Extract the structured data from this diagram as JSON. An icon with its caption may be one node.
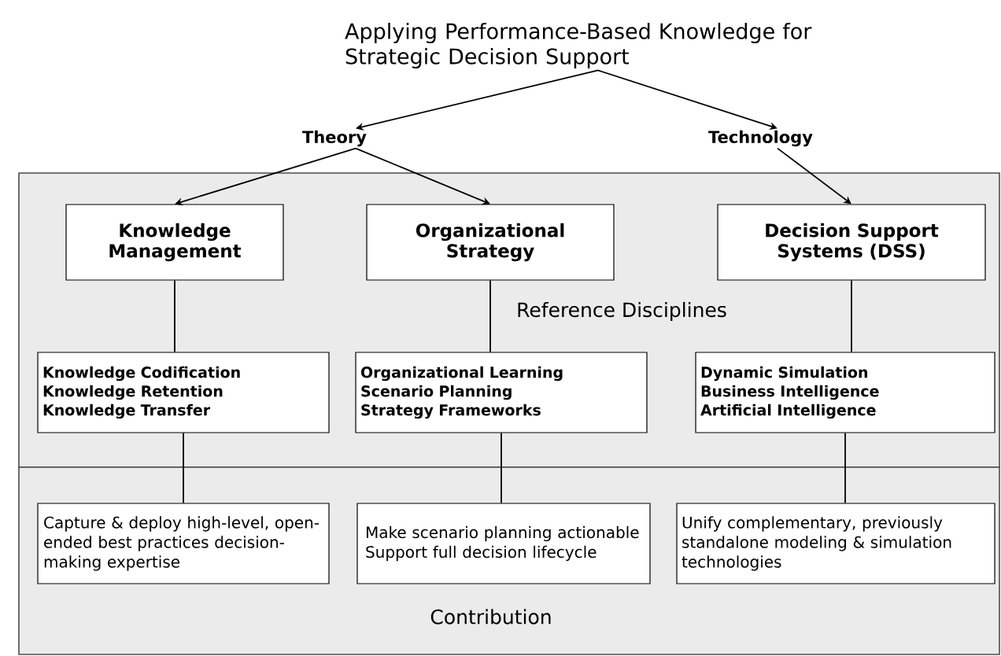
{
  "diagram": {
    "nodes": [
      {
        "text": [
          "Applying Performance-Based Knowledge for Strategic Decision Support"
        ]
      },
      {
        "text": [
          "Theory"
        ]
      },
      {
        "text": [
          "Technology"
        ]
      },
      {
        "text": [
          "Reference Disciplines"
        ]
      },
      {
        "text": [
          "Knowledge Management"
        ],
        "in": 3
      },
      {
        "text": [
          "Organizational Strategy"
        ],
        "in": 3
      },
      {
        "text": [
          "Decision Support Systems (DSS)"
        ],
        "in": 3
      },
      {
        "text": [
          "Knowledge Codification",
          "Knowledge Retention",
          "Knowledge Transfer"
        ],
        "in": 3
      },
      {
        "text": [
          "Organizational Learning",
          "Scenario Planning",
          "Strategy Frameworks"
        ],
        "in": 3
      },
      {
        "text": [
          "Dynamic Simulation",
          "Business Intelligence",
          "Artificial Intelligence"
        ],
        "in": 3
      },
      {
        "text": [
          "Contribution"
        ]
      },
      {
        "text": [
          "Capture & deploy high-level, open-ended best practices decision-making expertise"
        ],
        "in": 10
      },
      {
        "text": [
          "Make scenario planning actionable",
          "Support full decision lifecycle"
        ],
        "in": 10
      },
      {
        "text": [
          "Unify complementary, previously standalone modeling & simulation technologies"
        ],
        "in": 10
      }
    ],
    "edges": [
      {
        "from": 0,
        "to": 1,
        "arrow": "to"
      },
      {
        "from": 0,
        "to": 2,
        "arrow": "to"
      },
      {
        "from": 1,
        "to": 4,
        "arrow": "to"
      },
      {
        "from": 1,
        "to": 5,
        "arrow": "to"
      },
      {
        "from": 2,
        "to": 6,
        "arrow": "to"
      },
      {
        "from": 4,
        "to": 7,
        "arrow": "none"
      },
      {
        "from": 5,
        "to": 8,
        "arrow": "none"
      },
      {
        "from": 6,
        "to": 9,
        "arrow": "none"
      },
      {
        "from": 7,
        "to": 11,
        "arrow": "none"
      },
      {
        "from": 8,
        "to": 12,
        "arrow": "none"
      },
      {
        "from": 9,
        "to": 13,
        "arrow": "none"
      }
    ]
  }
}
